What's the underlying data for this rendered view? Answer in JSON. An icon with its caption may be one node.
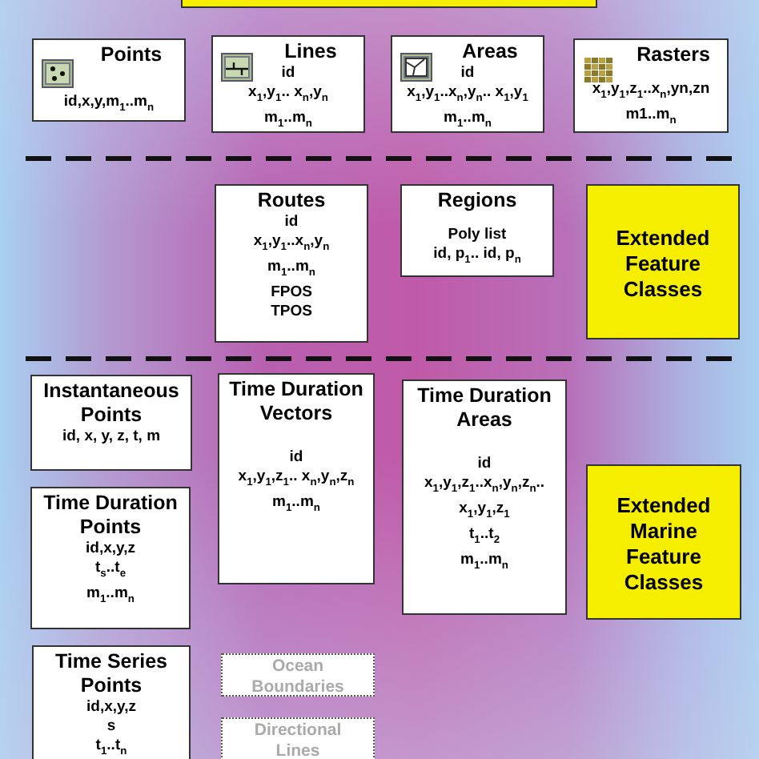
{
  "diagram": {
    "nodes": [
      {
        "text": [],
        "shape": "box"
      },
      {
        "text": [
          "Points",
          "id,x,y,m$_{1}$..m$_{n}$"
        ]
      },
      {
        "text": [
          "Lines",
          "id",
          "x$_{1}$,y$_{1}$.. x$_{n}$,y$_{n}$",
          "m$_{1}$..m$_{n}$"
        ]
      },
      {
        "text": [
          "Areas",
          "id",
          "x$_{1}$,y$_{1}$..x$_{n}$,y$_{n}$.. x$_{1}$,y$_{1}$",
          "m$_{1}$..m$_{n}$"
        ]
      },
      {
        "text": [
          "Rasters",
          "x$_{1}$,y$_{1}$,z$_{1}$..x$_{n}$,yn,zn",
          "m1..m$_{n}$"
        ]
      },
      {
        "text": [
          "Routes",
          "id",
          "x$_{1}$,y$_{1}$..x$_{n}$,y$_{n}$",
          "m$_{1}$..m$_{n}$",
          "FPOS",
          "TPOS"
        ]
      },
      {
        "text": [
          "Regions",
          "Poly list",
          "id, p$_{1}$.. id, p$_{n}$"
        ]
      },
      {
        "text": [
          "Extended Feature Classes"
        ]
      },
      {
        "text": [
          "Instantaneous Points",
          "id, x, y, z, t, m"
        ]
      },
      {
        "text": [
          "Time Duration Vectors",
          "id",
          "x$_{1}$,y$_{1}$,z$_{1}$.. x$_{n}$,y$_{n}$,z$_{n}$",
          "m$_{1}$..m$_{n}$"
        ]
      },
      {
        "text": [
          "Time Duration Areas",
          "id",
          "x$_{1}$,y$_{1}$,z$_{1}$..x$_{n}$,y$_{n}$,z$_{n}$..",
          "x$_{1}$,y$_{1}$,z$_{1}$",
          "t$_{1}$..t$_{2}$",
          "m$_{1}$..m$_{n}$"
        ]
      },
      {
        "text": [
          "Extended Marine Feature Classes"
        ]
      },
      {
        "text": [
          "Time Duration Points",
          "id,x,y,z",
          "t$_{s}$..t$_{e}$",
          "m$_{1}$..m$_{n}$"
        ]
      },
      {
        "text": [
          "Time Series Points",
          "id,x,y,z",
          "s",
          "t$_{1}$..t$_{n}$"
        ]
      },
      {
        "text": [
          "Ocean Boundaries"
        ]
      },
      {
        "text": [
          "Directional Lines"
        ]
      }
    ]
  }
}
